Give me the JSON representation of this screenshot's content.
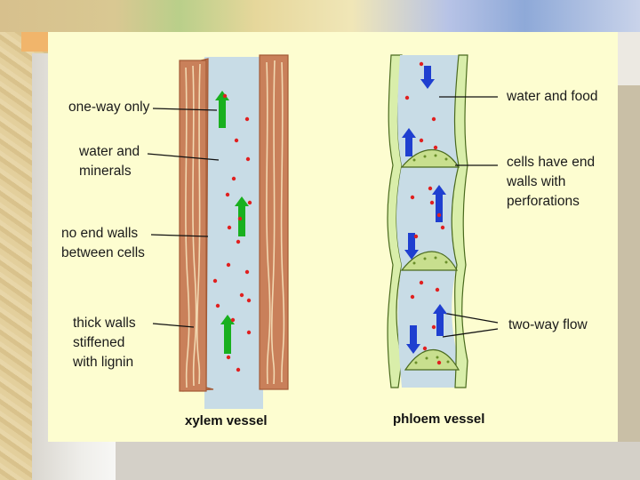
{
  "labels": {
    "one_way_only": "one-way only",
    "water_and_minerals": [
      "water and",
      "minerals"
    ],
    "no_end_walls": [
      "no end walls",
      "between cells"
    ],
    "thick_walls": [
      "thick walls",
      "stiffened",
      "with lignin"
    ],
    "water_and_food": "water and food",
    "cells_end_walls": [
      "cells have end",
      "walls with",
      "perforations"
    ],
    "two_way_flow": "two-way flow"
  },
  "captions": {
    "xylem": "xylem vessel",
    "phloem": "phloem vessel"
  },
  "colors": {
    "panel": "#fdfdd0",
    "xylem_lumen": "#c8dce6",
    "xylem_wall": "#c9805a",
    "phloem_wall": "#d9eeaa",
    "sieve_plate": "#c8df8e",
    "up_arrow": "#19b01f",
    "down_arrow": "#1f3fd0",
    "particle": "#e02020"
  },
  "icons": {
    "xylem_arrows": "green-up-arrow-icon",
    "phloem_arrows": "blue-arrow-icon"
  }
}
